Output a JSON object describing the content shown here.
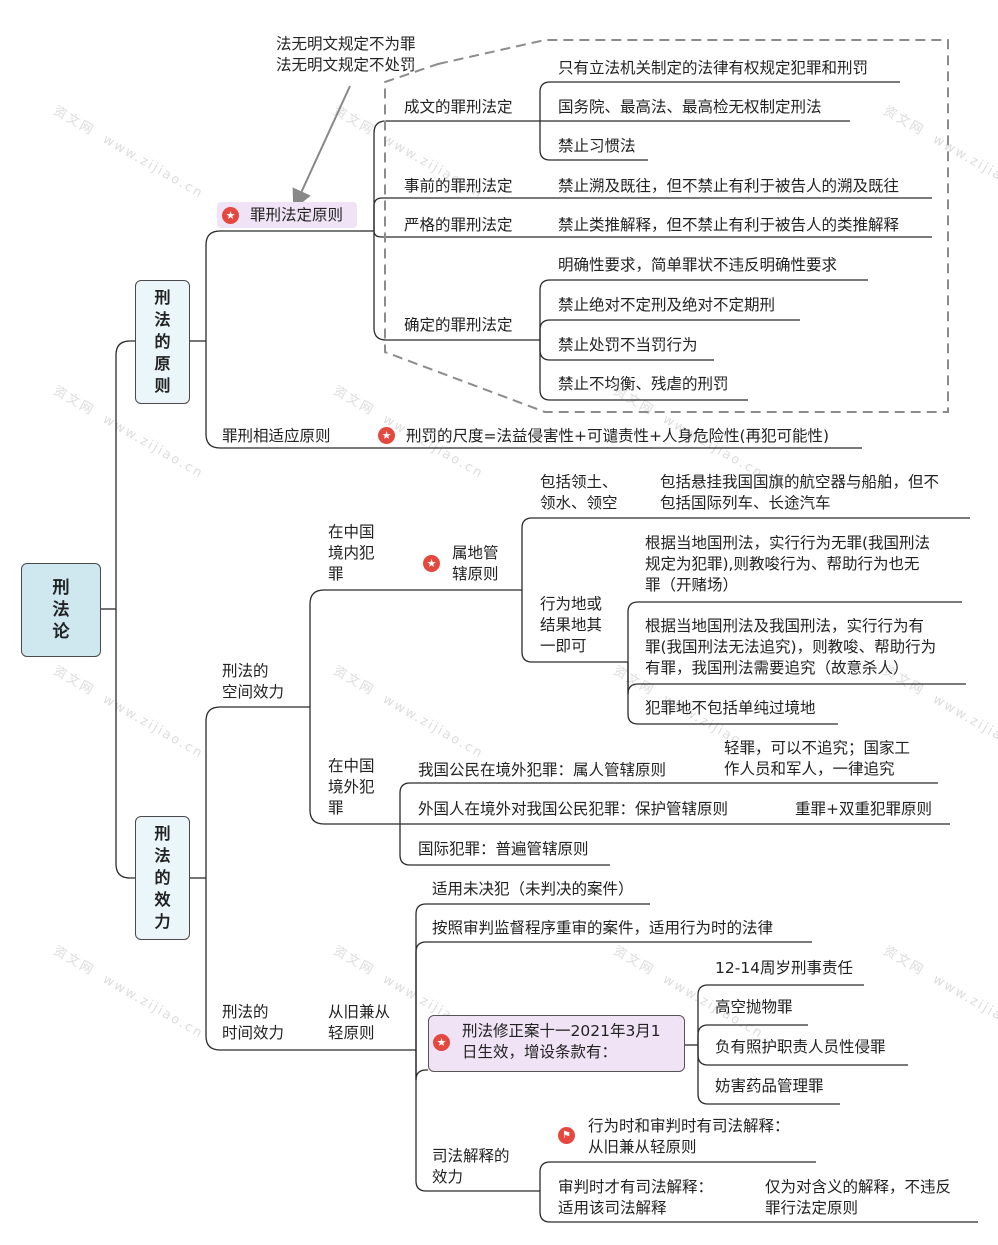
{
  "root": "刑法论",
  "watermark": {
    "cn": "资文网",
    "url": "www.zijiao.cn"
  },
  "principles": {
    "title": "刑法的原则",
    "legality": {
      "label": "罪刑法定原则",
      "callout": [
        "法无明文规定不为罪",
        "法无明文规定不处罚"
      ],
      "written": {
        "label": "成文的罪刑法定",
        "items": [
          "只有立法机关制定的法律有权规定犯罪和刑罚",
          "国务院、最高法、最高检无权制定刑法",
          "禁止习惯法"
        ]
      },
      "ex_ante": {
        "label": "事前的罪刑法定",
        "item": "禁止溯及既往，但不禁止有利于被告人的溯及既往"
      },
      "strict": {
        "label": "严格的罪刑法定",
        "item": "禁止类推解释，但不禁止有利于被告人的类推解释"
      },
      "definite": {
        "label": "确定的罪刑法定",
        "items": [
          "明确性要求，简单罪状不违反明确性要求",
          "禁止绝对不定刑及绝对不定期刑",
          "禁止处罚不当罚行为",
          "禁止不均衡、残虐的刑罚"
        ]
      }
    },
    "proportionality": {
      "label": "罪刑相适应原则",
      "item": "刑罚的尺度=法益侵害性+可谴责性+人身危险性(再犯可能性)"
    }
  },
  "effect": {
    "title": "刑法的效力",
    "space": {
      "label": [
        "刑法的",
        "空间效力"
      ],
      "domestic": {
        "label": [
          "在中国",
          "境内犯",
          "罪"
        ],
        "principle": [
          "属地管",
          "辖原则"
        ],
        "territory": {
          "label": [
            "包括领土、",
            "领水、领空"
          ],
          "detail": [
            "包括悬挂我国国旗的航空器与船舶，但不",
            "包括国际列车、长途汽车"
          ]
        },
        "place": {
          "label": [
            "行为地或",
            "结果地其",
            "一即可"
          ],
          "items": [
            [
              "根据当地国刑法，实行行为无罪(我国刑法",
              "规定为犯罪),则教唆行为、帮助行为也无",
              "罪（开赌场）"
            ],
            [
              "根据当地国刑法及我国刑法，实行行为有",
              "罪(我国刑法无法追究)，则教唆、帮助行为",
              "有罪，我国刑法需要追究（故意杀人）"
            ],
            [
              "犯罪地不包括单纯过境地"
            ]
          ]
        }
      },
      "abroad": {
        "label": [
          "在中国",
          "境外犯",
          "罪"
        ],
        "citizen": {
          "label": "我国公民在境外犯罪：属人管辖原则",
          "note": [
            "轻罪，可以不追究；国家工",
            "作人员和军人，一律追究"
          ]
        },
        "foreigner": {
          "label": "外国人在境外对我国公民犯罪：保护管辖原则",
          "note": "重罪+双重犯罪原则"
        },
        "international": "国际犯罪：普遍管辖原则"
      }
    },
    "time": {
      "label": [
        "刑法的",
        "时间效力"
      ],
      "principle": [
        "从旧兼从",
        "轻原则"
      ],
      "pending": "适用未决犯（未判决的案件）",
      "retrial": "按照审判监督程序重审的案件，适用行为时的法律",
      "amendment": {
        "label": [
          "刑法修正案十一2021年3月1",
          "日生效，增设条款有："
        ],
        "items": [
          "12-14周岁刑事责任",
          "高空抛物罪",
          "负有照护职责人员性侵罪",
          "妨害药品管理罪"
        ]
      },
      "judicial": {
        "label": [
          "司法解释的",
          "效力"
        ],
        "both": [
          "行为时和审判时有司法解释：",
          "从旧兼从轻原则"
        ],
        "trial_only": [
          "审判时才有司法解释：",
          "适用该司法解释"
        ],
        "trial_note": [
          "仅为对含义的解释，不违反",
          "罪行法定原则"
        ]
      }
    }
  }
}
